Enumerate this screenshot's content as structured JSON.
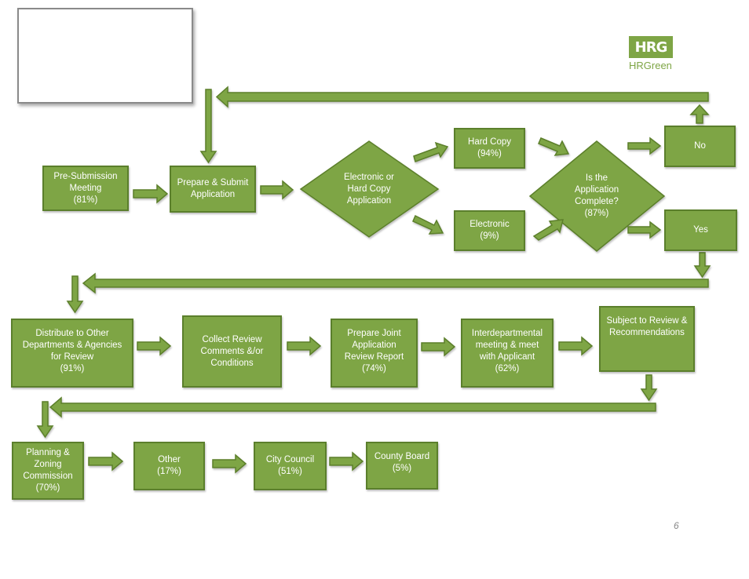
{
  "logo": {
    "mark": "HRG",
    "wordmark": "HRGreen"
  },
  "nodes": {
    "pre_submission": "Pre-Submission\nMeeting\n(81%)",
    "prepare_submit": "Prepare & Submit\nApplication",
    "electronic_or_hard": "Electronic or\nHard Copy\nApplication",
    "hard_copy": "Hard Copy\n(94%)",
    "electronic": "Electronic\n(9%)",
    "is_complete": "Is the\nApplication\nComplete?\n(87%)",
    "no": "No",
    "yes": "Yes",
    "distribute": "Distribute to Other\nDepartments & Agencies\nfor Review\n(91%)",
    "collect": "Collect Review\nComments &/or\nConditions",
    "joint_report": "Prepare Joint\nApplication\nReview Report\n(74%)",
    "interdept": "Interdepartmental\nmeeting & meet\nwith Applicant\n(62%)",
    "subject_review": "Subject to Review &\nRecommendations",
    "planning": "Planning &\nZoning\nCommission\n(70%)",
    "other": "Other\n(17%)",
    "city_council": "City Council\n(51%)",
    "county_board": "County Board\n(5%)"
  },
  "page_number": "6",
  "colors": {
    "fill": "#7ea545",
    "border": "#5b7f2c",
    "text": "#ffffff"
  }
}
